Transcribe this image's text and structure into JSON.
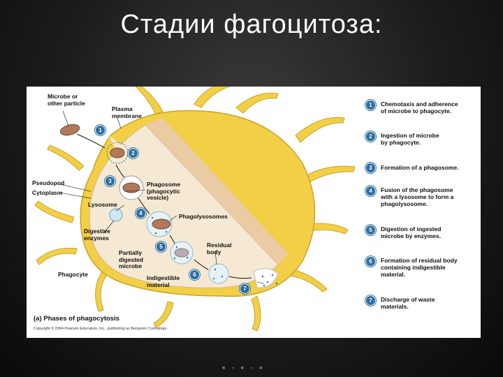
{
  "slide": {
    "title": "Стадии фагоцитоза:",
    "footer": "■ ▪ ■ ▪ ■"
  },
  "diagram": {
    "labels": {
      "microbe": "Microbe or\nother particle",
      "plasma_membrane": "Plasma\nmembrane",
      "pseudopod": "Pseudopod",
      "cytoplasm": "Cytoplasm",
      "phagosome": "Phagosome\n(phagocytic\nvesicle)",
      "lysosome": "Lysosome",
      "phagolysosomes": "Phagolysosomes",
      "digestive_enzymes": "Digestive\nenzymes",
      "residual_body": "Residual\nbody",
      "partially_digested": "Partially\ndigested\nmicrobe",
      "phagocyte": "Phagocyte",
      "indigestible": "Indigestible\nmaterial"
    },
    "step_numbers": [
      "1",
      "2",
      "3",
      "4",
      "5",
      "6",
      "7"
    ],
    "steps": [
      {
        "num": "1",
        "text": "Chemotaxis and adherence\nof microbe to phagocyte."
      },
      {
        "num": "2",
        "text": "Ingestion of microbe\nby phagocyte."
      },
      {
        "num": "3",
        "text": "Formation of a phagosome."
      },
      {
        "num": "4",
        "text": "Fusion of the phagosome\nwith a lysosome to form a\nphagolysosome."
      },
      {
        "num": "5",
        "text": "Digestion of ingested\nmicrobe by enzymes."
      },
      {
        "num": "6",
        "text": "Formation of residual body\ncontaining indigestible\nmaterial."
      },
      {
        "num": "7",
        "text": "Discharge of waste\nmaterials."
      }
    ],
    "caption": "(a) Phases of phagocytosis",
    "copyright": "Copyright © 2004 Pearson Education, Inc., publishing as Benjamin Cummings."
  }
}
